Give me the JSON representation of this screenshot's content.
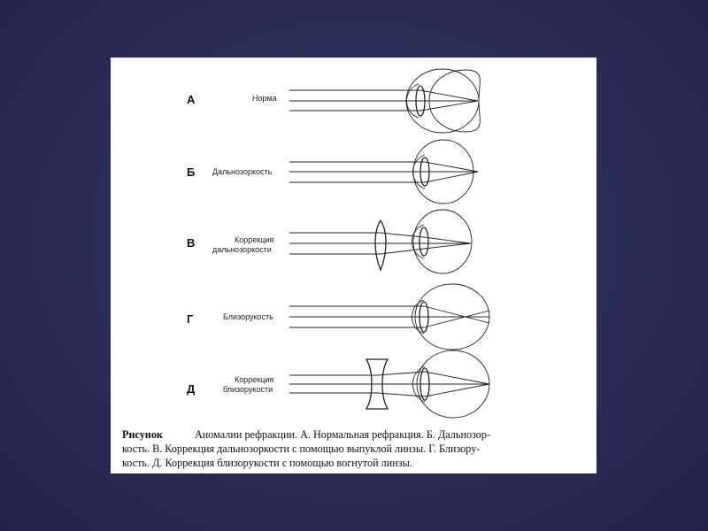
{
  "rows": [
    {
      "letter": "А",
      "label_lines": [
        "Норма"
      ]
    },
    {
      "letter": "Б",
      "label_lines": [
        "Дальнозоркость"
      ]
    },
    {
      "letter": "В",
      "label_lines": [
        "Коррекция",
        "дальнозоркости"
      ]
    },
    {
      "letter": "Г",
      "label_lines": [
        "Близорукость"
      ]
    },
    {
      "letter": "Д",
      "label_lines": [
        "Коррекция",
        "близорукости"
      ]
    }
  ],
  "caption": {
    "title": "Рисунок",
    "line1": "Аномалии рефракции. А. Нормальная рефракция. Б. Дальнозор-",
    "line2": "кость. В. Коррекция дальнозоркости с помощью выпуклой линзы. Г.  Близору-",
    "line3": "кость. Д. Коррекция близорукости с помощью вогнутой линзы."
  },
  "colors": {
    "slide_background": "#2b2b52",
    "figure_background": "#ffffff",
    "line_color": "#222222"
  }
}
